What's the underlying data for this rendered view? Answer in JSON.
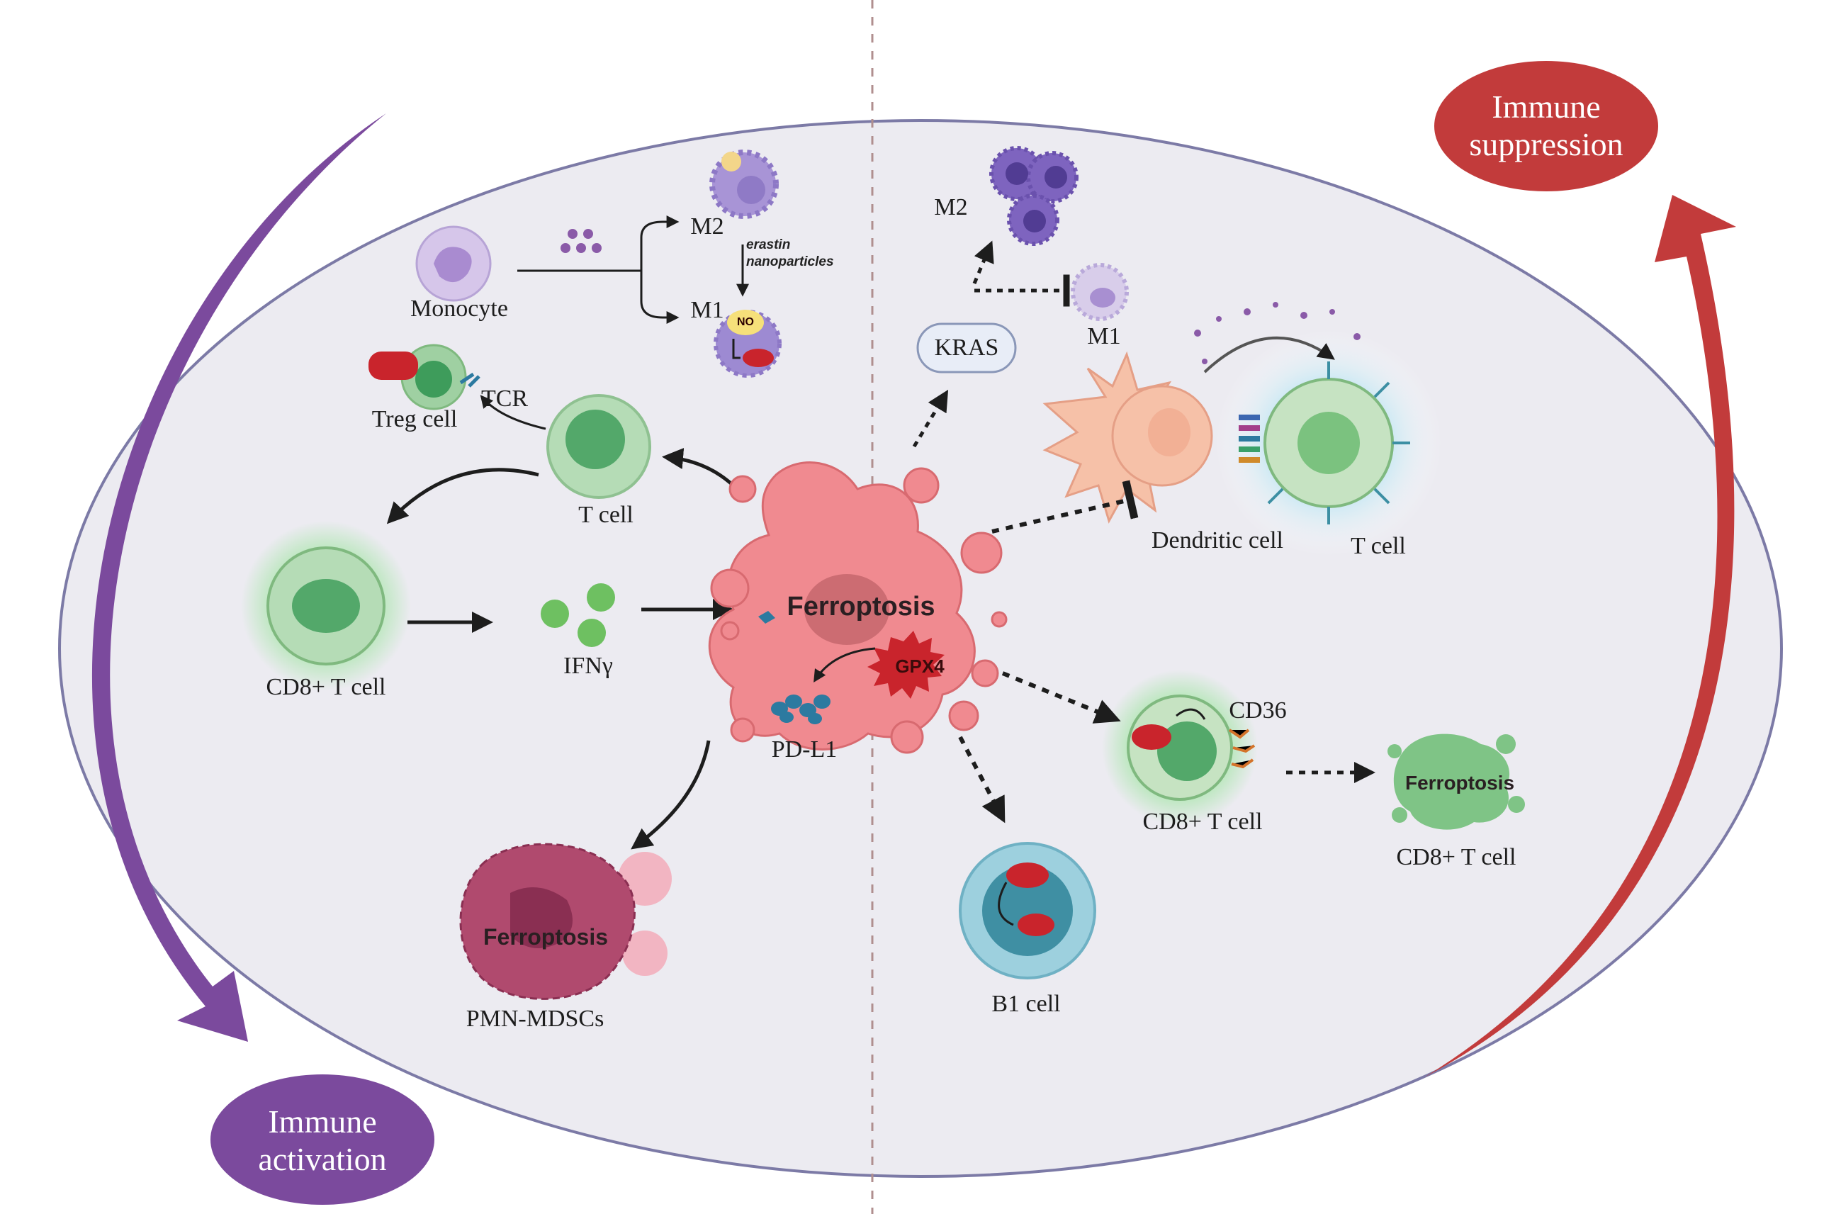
{
  "colors": {
    "ellipse_fill": "#ecebf1",
    "ellipse_stroke": "#7c7aa6",
    "activation": "#7b4a9d",
    "suppression": "#c23b3b",
    "tumor": "#f08a90",
    "t_cell": "#9fd0a2",
    "dendritic": "#f6c1a8",
    "macrophage": "#8f7ac6",
    "b1_cell": "#6fb1c4"
  },
  "badges": {
    "activation": "Immune activation",
    "suppression": "Immune suppression"
  },
  "left": {
    "monocyte": "Monocyte",
    "m2": "M2",
    "m1": "M1",
    "erastin_line1": "erastin",
    "erastin_line2": "nanoparticles",
    "no_label": "NO",
    "treg_cell": "Treg cell",
    "tcr": "TCR",
    "t_cell": "T cell",
    "cd8_t_cell": "CD8+ T cell",
    "ifng": "IFNγ",
    "pmn_mdscs": "PMN-MDSCs",
    "pmn_ferroptosis": "Ferroptosis"
  },
  "center": {
    "ferroptosis": "Ferroptosis",
    "gpx4": "GPX4",
    "pd_l1": "PD-L1"
  },
  "right": {
    "m2": "M2",
    "kras": "KRAS",
    "m1": "M1",
    "dendritic_cell": "Dendritic cell",
    "t_cell": "T cell",
    "cd36": "CD36",
    "cd8_t_cell": "CD8+ T cell",
    "ferroptosis_cd8": "Ferroptosis",
    "cd8_t_cell_ferro": "CD8+ T cell",
    "b1_cell": "B1 cell"
  }
}
